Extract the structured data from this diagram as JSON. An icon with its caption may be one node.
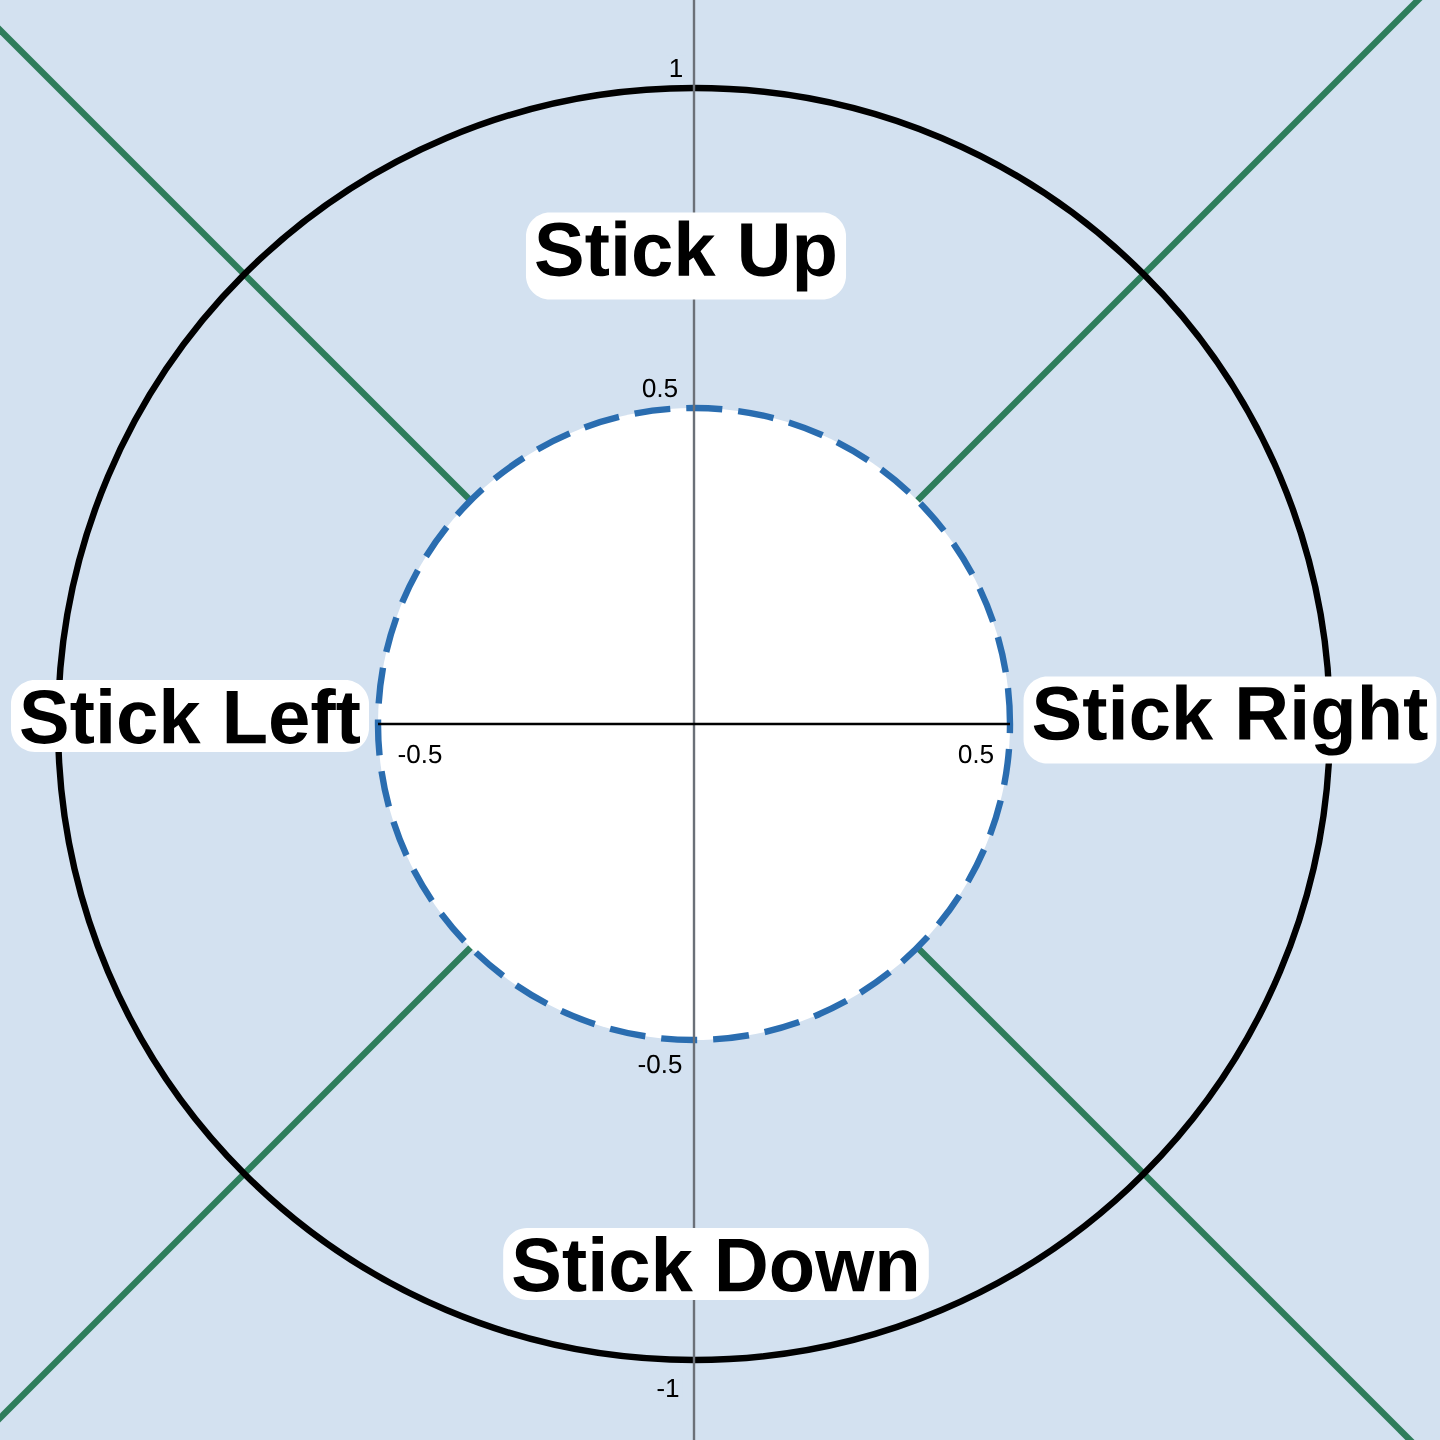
{
  "diagram": {
    "labels": [
      "1",
      "Stick Up",
      "0.5",
      "Stick Left",
      "-0.5",
      "0.5",
      "Stick Right",
      "-0.5",
      "Stick Down",
      "-1"
    ]
  }
}
